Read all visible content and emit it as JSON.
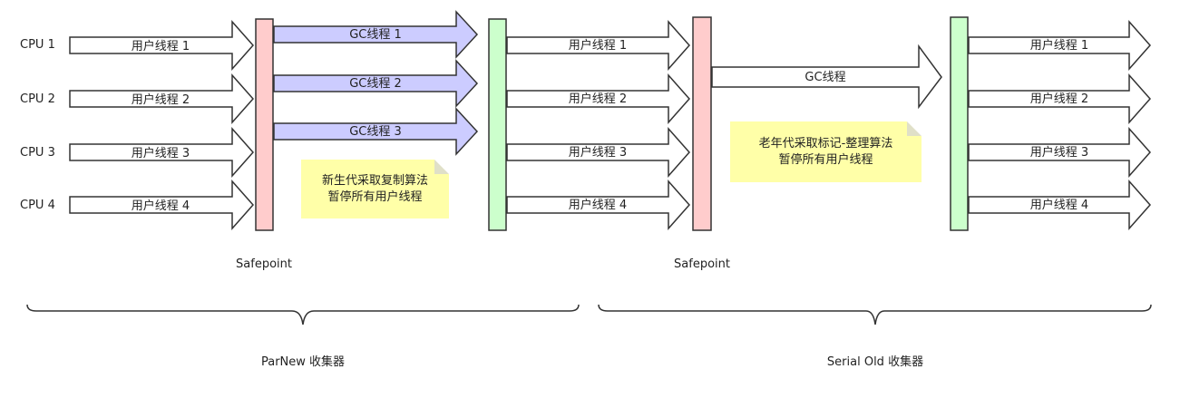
{
  "cpus": [
    "CPU 1",
    "CPU 2",
    "CPU 3",
    "CPU 4"
  ],
  "user_threads": [
    "用户线程 1",
    "用户线程 2",
    "用户线程 3",
    "用户线程 4"
  ],
  "parnew": {
    "gc_threads": [
      "GC线程 1",
      "GC线程 2",
      "GC线程 3"
    ],
    "note_lines": [
      "新生代采取复制算法",
      "暂停所有用户线程"
    ],
    "safepoint_label": "Safepoint",
    "collector_label": "ParNew 收集器"
  },
  "serial_old": {
    "gc_thread": "GC线程",
    "note_lines": [
      "老年代采取标记-整理算法",
      "暂停所有用户线程"
    ],
    "safepoint_label": "Safepoint",
    "collector_label": "Serial Old 收集器"
  },
  "colors": {
    "safepoint_bar": "#ffcccc",
    "resume_bar": "#ccffcc",
    "gc_arrow_fill": "#ccccff",
    "note_fill": "#ffffa8"
  }
}
